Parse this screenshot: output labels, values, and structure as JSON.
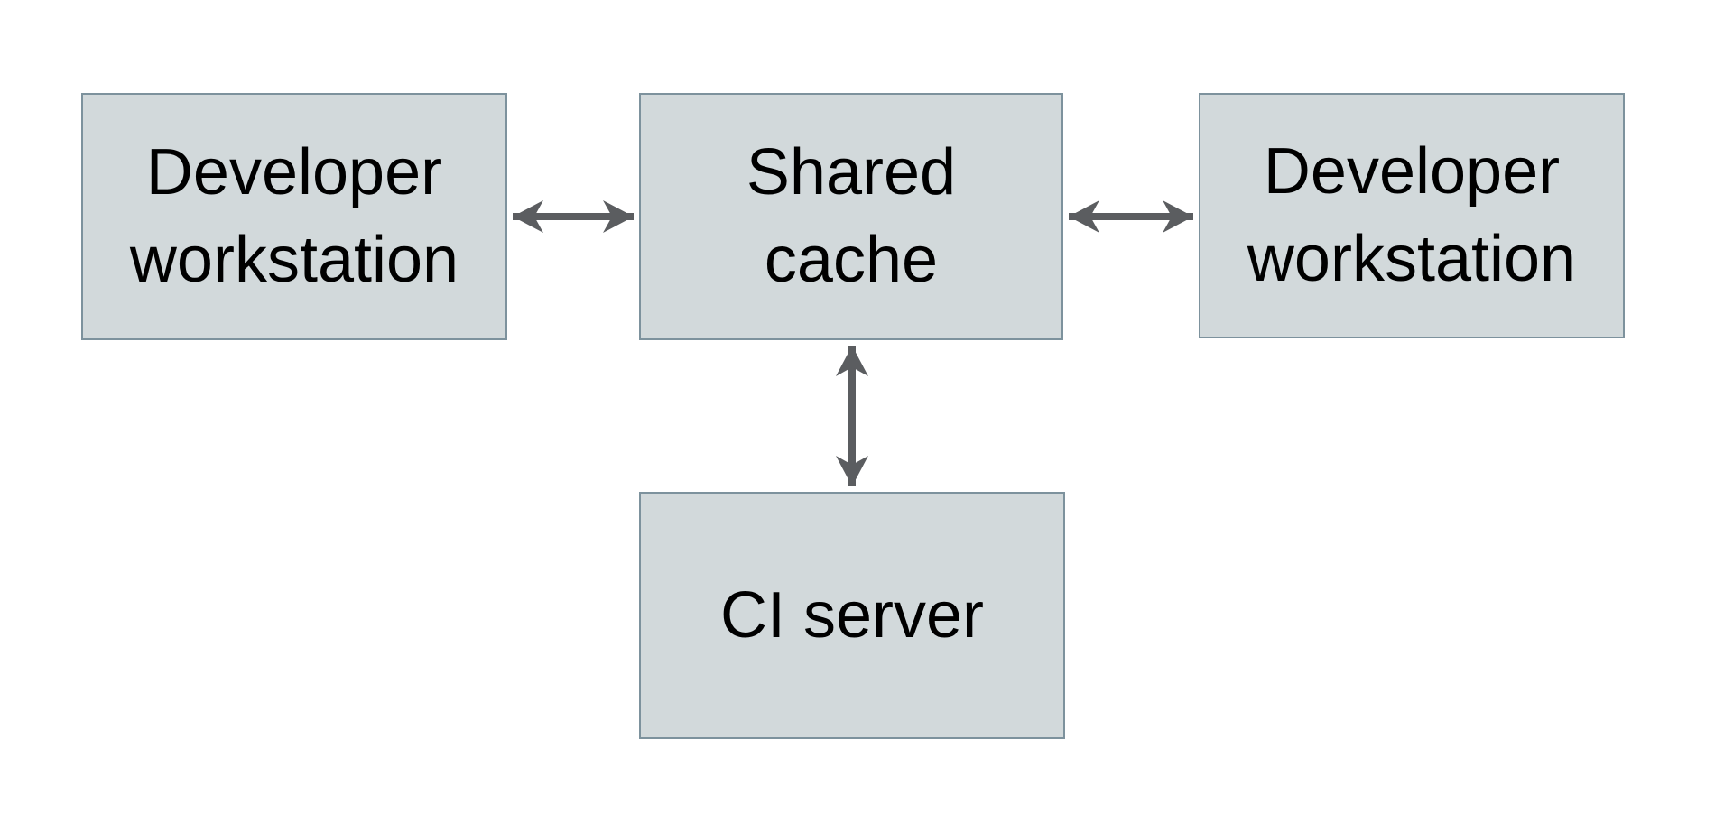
{
  "diagram": {
    "background": "#ffffff",
    "colors": {
      "node_fill": "#d2d9db",
      "node_border": "#7d929d",
      "arrow": "#5b5d60",
      "text": "#000000"
    },
    "nodes": [
      {
        "id": "developer-workstation-left",
        "label": "Developer workstation",
        "lines": [
          "Developer",
          "workstation"
        ]
      },
      {
        "id": "shared-cache",
        "label": "Shared cache",
        "lines": [
          "Shared",
          "cache"
        ]
      },
      {
        "id": "developer-workstation-right",
        "label": "Developer workstation",
        "lines": [
          "Developer",
          "workstation"
        ]
      },
      {
        "id": "ci-server",
        "label": "CI server",
        "lines": [
          "CI server"
        ]
      }
    ],
    "edges": [
      {
        "from": "developer-workstation-left",
        "to": "shared-cache",
        "direction": "bidirectional"
      },
      {
        "from": "shared-cache",
        "to": "developer-workstation-right",
        "direction": "bidirectional"
      },
      {
        "from": "shared-cache",
        "to": "ci-server",
        "direction": "bidirectional"
      }
    ]
  }
}
